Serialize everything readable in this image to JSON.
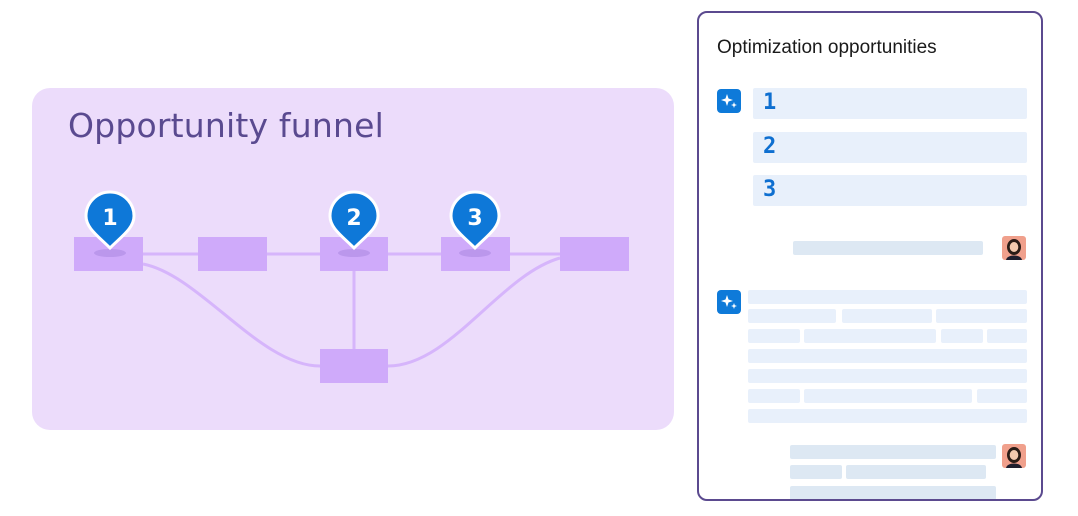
{
  "funnel": {
    "title": "Opportunity funnel",
    "markers": [
      {
        "label": "1"
      },
      {
        "label": "2"
      },
      {
        "label": "3"
      }
    ]
  },
  "optimization": {
    "title": "Optimization opportunities",
    "items": [
      {
        "label": "1"
      },
      {
        "label": "2"
      },
      {
        "label": "3"
      }
    ]
  },
  "colors": {
    "panel_bg": "#ecdcfb",
    "node": "#cfaafa",
    "edge": "#d6b5fb",
    "marker": "#0e78d8",
    "accent_border": "#5b4a8f",
    "placeholder": "#e8f0fb"
  },
  "icons": {
    "assistant": "sparkle-icon",
    "user": "user-avatar-icon",
    "marker": "map-pin-icon"
  }
}
